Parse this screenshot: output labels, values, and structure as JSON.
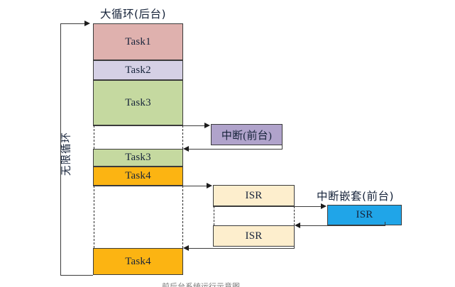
{
  "diagram": {
    "title_top": "大循环(后台)",
    "title_nested": "中断嵌套(前台)",
    "loop_label": "无限循环",
    "caption_bottom": "前后台系统运行示意图",
    "colors": {
      "task1": "#dfb1ae",
      "task2": "#d5d0e5",
      "task3": "#c5d9a0",
      "task4": "#fcb412",
      "interrupt": "#b0a3cb",
      "isr": "#fdeecd",
      "isr_nested": "#20a5e8",
      "stroke": "#3b3b3b",
      "text": "#16233a"
    },
    "background_blocks": [
      {
        "label": "Task1",
        "color": "task1"
      },
      {
        "label": "Task2",
        "color": "task2"
      },
      {
        "label": "Task3",
        "color": "task3"
      },
      {
        "label": "Task3",
        "color": "task3"
      },
      {
        "label": "Task4",
        "color": "task4"
      },
      {
        "label": "Task4",
        "color": "task4"
      }
    ],
    "foreground_blocks": [
      {
        "label": "中断(前台)",
        "color": "interrupt"
      },
      {
        "label": "ISR",
        "color": "isr"
      },
      {
        "label": "ISR",
        "color": "isr"
      },
      {
        "label": "ISR",
        "color": "isr_nested"
      }
    ]
  }
}
